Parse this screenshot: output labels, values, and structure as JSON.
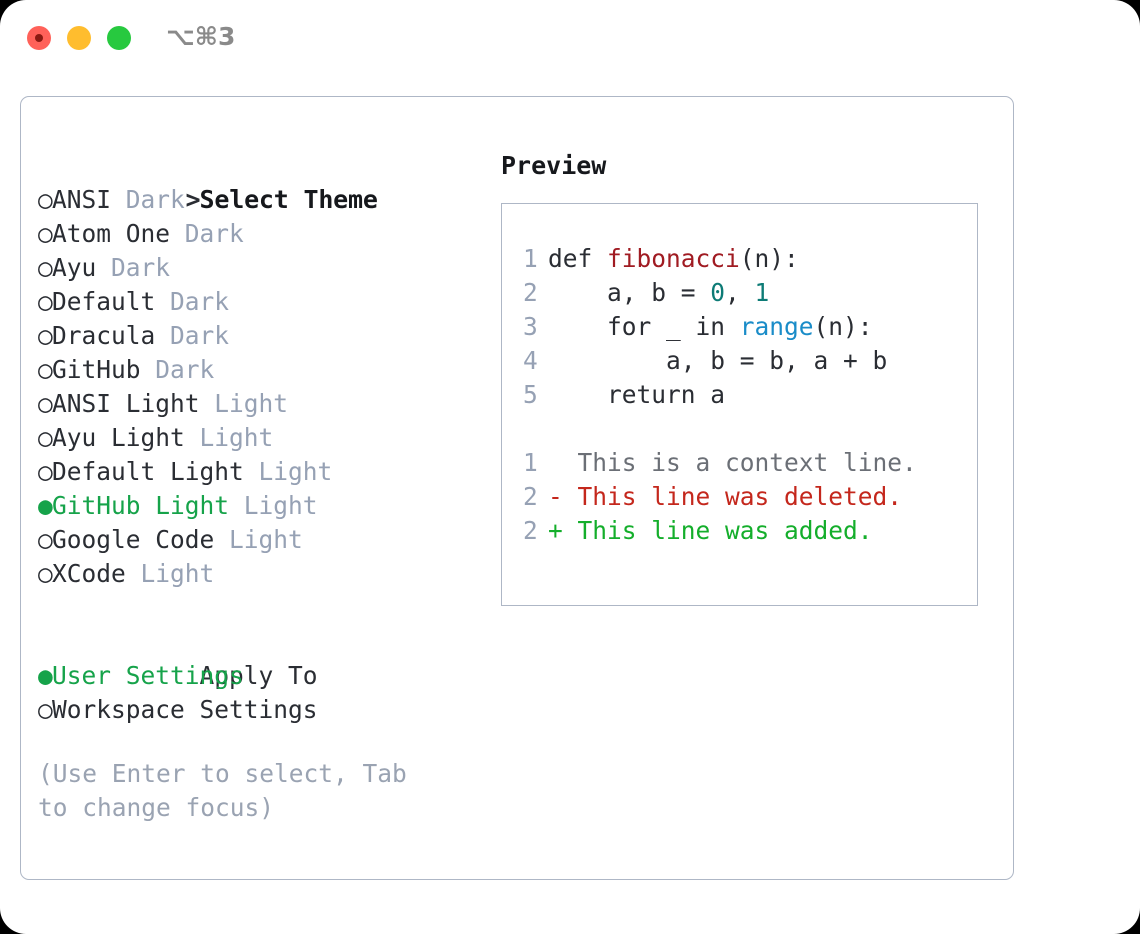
{
  "window": {
    "shortcut": "⌥⌘3",
    "traffic_lights": [
      "close-red",
      "minimize-yellow",
      "zoom-green"
    ]
  },
  "theme_picker": {
    "header_prefix": ">",
    "header": "Select Theme",
    "marker_unselected": "○",
    "marker_selected": "●",
    "items": [
      {
        "marker": "○",
        "name": "ANSI",
        "suffix": "Dark",
        "selected": false
      },
      {
        "marker": "○",
        "name": "Atom One",
        "suffix": "Dark",
        "selected": false
      },
      {
        "marker": "○",
        "name": "Ayu",
        "suffix": "Dark",
        "selected": false
      },
      {
        "marker": "○",
        "name": "Default",
        "suffix": "Dark",
        "selected": false
      },
      {
        "marker": "○",
        "name": "Dracula",
        "suffix": "Dark",
        "selected": false
      },
      {
        "marker": "○",
        "name": "GitHub",
        "suffix": "Dark",
        "selected": false
      },
      {
        "marker": "○",
        "name": "ANSI Light",
        "suffix": "Light",
        "selected": false
      },
      {
        "marker": "○",
        "name": "Ayu Light",
        "suffix": "Light",
        "selected": false
      },
      {
        "marker": "○",
        "name": "Default Light",
        "suffix": "Light",
        "selected": false
      },
      {
        "marker": "●",
        "name": "GitHub Light",
        "suffix": "Light",
        "selected": true
      },
      {
        "marker": "○",
        "name": "Google Code",
        "suffix": "Light",
        "selected": false
      },
      {
        "marker": "○",
        "name": "XCode",
        "suffix": "Light",
        "selected": false
      }
    ]
  },
  "apply_to": {
    "header": "Apply To",
    "items": [
      {
        "marker": "●",
        "name": "User Settings",
        "selected": true
      },
      {
        "marker": "○",
        "name": "Workspace Settings",
        "selected": false
      }
    ]
  },
  "hint": "(Use Enter to select, Tab to change focus)",
  "preview": {
    "title": "Preview",
    "code_lines": [
      {
        "num": "1",
        "segments": [
          {
            "text": "def ",
            "tok": "plain"
          },
          {
            "text": "fibonacci",
            "tok": "function"
          },
          {
            "text": "(n):",
            "tok": "plain"
          }
        ]
      },
      {
        "num": "2",
        "segments": [
          {
            "text": "    a, b = ",
            "tok": "plain"
          },
          {
            "text": "0",
            "tok": "number"
          },
          {
            "text": ", ",
            "tok": "plain"
          },
          {
            "text": "1",
            "tok": "number"
          }
        ]
      },
      {
        "num": "3",
        "segments": [
          {
            "text": "    for _ in ",
            "tok": "plain"
          },
          {
            "text": "range",
            "tok": "builtin"
          },
          {
            "text": "(n):",
            "tok": "plain"
          }
        ]
      },
      {
        "num": "4",
        "segments": [
          {
            "text": "        a, b = b, a + b",
            "tok": "plain"
          }
        ]
      },
      {
        "num": "5",
        "segments": [
          {
            "text": "    return a",
            "tok": "plain"
          }
        ]
      }
    ],
    "diff_lines": [
      {
        "num": "1",
        "sign": " ",
        "text": "This is a context line.",
        "kind": "context"
      },
      {
        "num": "2",
        "sign": "-",
        "text": "This line was deleted.",
        "kind": "deleted"
      },
      {
        "num": "2",
        "sign": "+",
        "text": "This line was added.",
        "kind": "added"
      }
    ]
  },
  "colors": {
    "accent_green": "#16a34a",
    "muted": "#96a1b4",
    "function": "#a01b22",
    "number": "#0d7b76",
    "builtin": "#1a8cc8",
    "diff_deleted": "#c4271c",
    "diff_added": "#14ae2b",
    "border": "#aeb7c6"
  }
}
